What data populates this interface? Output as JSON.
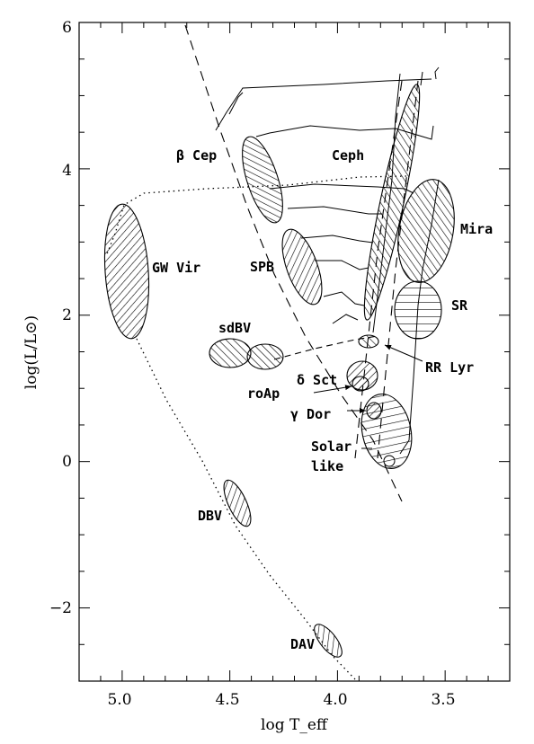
{
  "chart_data": {
    "type": "scatter",
    "title": "",
    "xlabel": "log T_eff",
    "ylabel": "log(L/L⊙)",
    "xlim": [
      5.2,
      3.2
    ],
    "ylim": [
      -3,
      6
    ],
    "x_ticks": [
      "5.0",
      "4.5",
      "4.0",
      "3.5"
    ],
    "y_ticks": [
      "−2",
      "0",
      "2",
      "4",
      "6"
    ],
    "x_tick_values": [
      5.0,
      4.5,
      4.0,
      3.5
    ],
    "y_tick_values": [
      -2,
      0,
      2,
      4,
      6
    ],
    "grid": false,
    "regions": [
      {
        "label": "GW Vir",
        "x": 4.97,
        "y": 2.6,
        "hatch": "forward"
      },
      {
        "label": "β Cep",
        "x": 4.37,
        "y": 3.85,
        "hatch": "back"
      },
      {
        "label": "SPB",
        "x": 4.23,
        "y": 2.65,
        "hatch": "forward"
      },
      {
        "label": "Ceph",
        "x": 3.79,
        "y": 3.5,
        "hatch": "back"
      },
      {
        "label": "Mira",
        "x": 3.58,
        "y": 3.1,
        "hatch": "back"
      },
      {
        "label": "SR",
        "x": 3.6,
        "y": 2.05,
        "hatch": "horizontal"
      },
      {
        "label": "sdBV",
        "x": 4.48,
        "y": 1.45,
        "hatch": "back"
      },
      {
        "label": "RR Lyr",
        "x": 3.84,
        "y": 1.65,
        "hatch": "back"
      },
      {
        "label": "δ Sct",
        "x": 3.88,
        "y": 1.1,
        "hatch": "forward"
      },
      {
        "label": "roAp",
        "x": 3.9,
        "y": 1.0,
        "hatch": "forward"
      },
      {
        "label": "γ Dor",
        "x": 3.84,
        "y": 0.72,
        "hatch": "forward"
      },
      {
        "label": "Solar like",
        "x": 3.76,
        "y": 0.4,
        "hatch": "horizontal"
      },
      {
        "label": "DBV",
        "x": 4.47,
        "y": -0.6,
        "hatch": "forward"
      },
      {
        "label": "DAV",
        "x": 4.07,
        "y": -2.45,
        "hatch": "forward"
      }
    ]
  }
}
